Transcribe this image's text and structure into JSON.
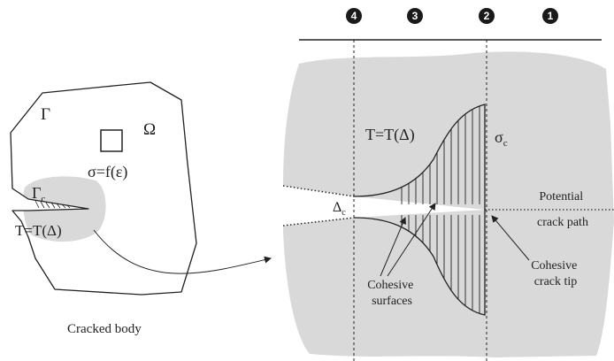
{
  "left_panel": {
    "boundary_symbol": "Γ",
    "domain_symbol": "Ω",
    "constitutive_law": "σ=f(ε)",
    "crack_boundary_main": "Γ",
    "crack_boundary_sub": "c",
    "traction_law": "T=T(Δ)",
    "caption": "Cracked body"
  },
  "right_panel": {
    "zones": [
      "4",
      "3",
      "2",
      "1"
    ],
    "traction_law": "T=T(Δ)",
    "critical_stress_main": "σ",
    "critical_stress_sub": "c",
    "critical_opening_main": "Δ",
    "critical_opening_sub": "c",
    "potential_path_line1": "Potential",
    "potential_path_line2": "crack path",
    "cohesive_tip_line1": "Cohesive",
    "cohesive_tip_line2": "crack tip",
    "cohesive_surfaces_line1": "Cohesive",
    "cohesive_surfaces_line2": "surfaces"
  },
  "colors": {
    "body_fill": "#d9d9d9",
    "line": "#222222",
    "zone_marker": "#1a1a1a"
  }
}
